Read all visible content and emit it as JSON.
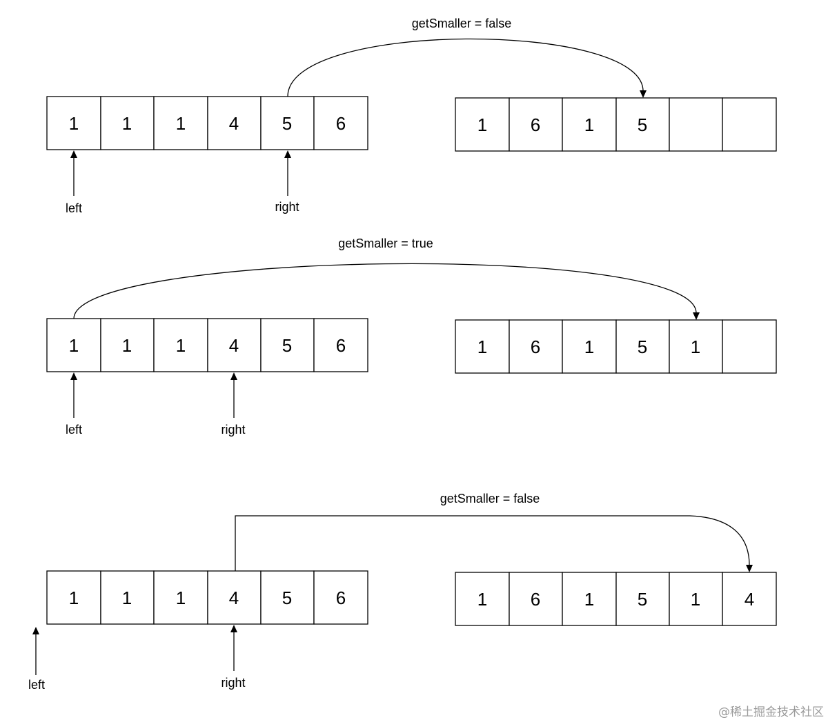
{
  "watermark": "@稀土掘金技术社区",
  "steps": [
    {
      "condition": "getSmaller = false",
      "source": [
        "1",
        "1",
        "1",
        "4",
        "5",
        "6"
      ],
      "result": [
        "1",
        "6",
        "1",
        "5",
        "",
        ""
      ],
      "left_label": "left",
      "right_label": "right"
    },
    {
      "condition": "getSmaller = true",
      "source": [
        "1",
        "1",
        "1",
        "4",
        "5",
        "6"
      ],
      "result": [
        "1",
        "6",
        "1",
        "5",
        "1",
        ""
      ],
      "left_label": "left",
      "right_label": "right"
    },
    {
      "condition": "getSmaller = false",
      "source": [
        "1",
        "1",
        "1",
        "4",
        "5",
        "6"
      ],
      "result": [
        "1",
        "6",
        "1",
        "5",
        "1",
        "4"
      ],
      "left_label": "left",
      "right_label": "right"
    }
  ]
}
